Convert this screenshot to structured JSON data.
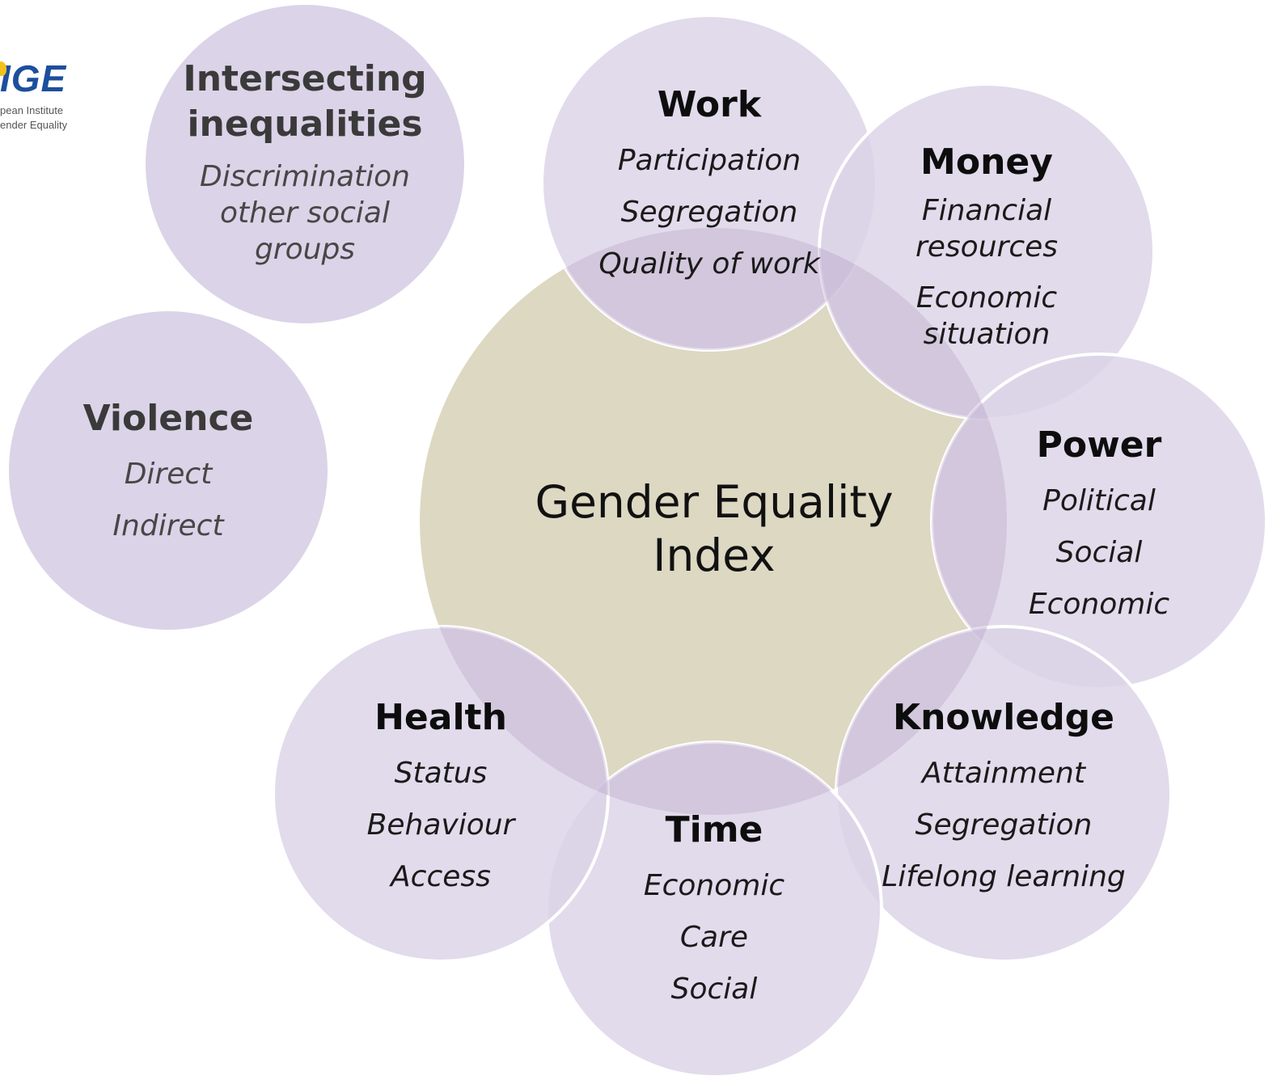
{
  "colors": {
    "center_fill": "#dcd8c2",
    "circle_fill": "#dbd3e7",
    "overlap_tint": "#c7b9d8",
    "outline": "#ffffff"
  },
  "logo": {
    "mark": "IGE",
    "line1": "pean Institute",
    "line2": "ender Equality"
  },
  "center": {
    "label": "Gender Equality\nIndex"
  },
  "work": {
    "title": "Work",
    "items": [
      "Participation",
      "Segregation",
      "Quality of work"
    ]
  },
  "money": {
    "title": "Money",
    "items": [
      "Financial\nresources",
      "Economic\nsituation"
    ]
  },
  "power": {
    "title": "Power",
    "items": [
      "Political",
      "Social",
      "Economic"
    ]
  },
  "knowledge": {
    "title": "Knowledge",
    "items": [
      "Attainment",
      "Segregation",
      "Lifelong learning"
    ]
  },
  "time": {
    "title": "Time",
    "items": [
      "Economic",
      "Care",
      "Social"
    ]
  },
  "health": {
    "title": "Health",
    "items": [
      "Status",
      "Behaviour",
      "Access"
    ]
  },
  "intersecting": {
    "title": "Intersecting\ninequalities",
    "items": [
      "Discrimination\nother social\ngroups"
    ]
  },
  "violence": {
    "title": "Violence",
    "items": [
      "Direct",
      "Indirect"
    ]
  }
}
